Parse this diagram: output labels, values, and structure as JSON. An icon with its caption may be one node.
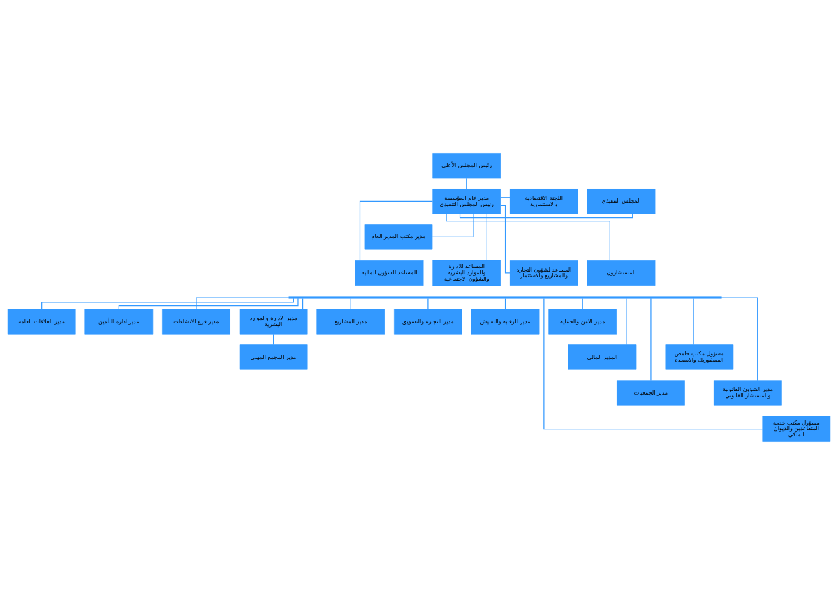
{
  "diagram": {
    "nodes": [
      {
        "text": [
          "رئيس المجلس الأعلى"
        ]
      },
      {
        "text": [
          "مدير عام المؤسسة",
          "رئيس المجلس التنفيذي"
        ]
      },
      {
        "text": [
          "المجلس التنفيذي"
        ]
      },
      {
        "text": [
          "اللجنة الاقتصادية والاستثمارية"
        ]
      },
      {
        "text": [
          "مدير مكتب المدير العام"
        ]
      },
      {
        "text": [
          "المساعد للشؤون المالية"
        ]
      },
      {
        "text": [
          "المساعد للادارة والموارد البشرية والشؤون الاجتماعية"
        ]
      },
      {
        "text": [
          "المساعد لشؤون التجارة والمشاريع والاستثمار"
        ]
      },
      {
        "text": [
          "المستشارون"
        ]
      },
      {
        "text": [],
        "shape": "bar"
      },
      {
        "text": [
          "مدير العلاقات العامة"
        ]
      },
      {
        "text": [
          "مدير ادارة التأمين"
        ]
      },
      {
        "text": [
          "مدير فرع الانشاءات"
        ]
      },
      {
        "text": [
          "مدير الادارة والموارد البشرية"
        ]
      },
      {
        "text": [
          "مدير المشاريع"
        ]
      },
      {
        "text": [
          "مدير التجارة والتسويق"
        ]
      },
      {
        "text": [
          "مدير الرقابة والتفتيش"
        ]
      },
      {
        "text": [
          "مدير الامن والحماية"
        ]
      },
      {
        "text": [
          "مدير المجمع المهني"
        ]
      },
      {
        "text": [
          "المدير المالي"
        ]
      },
      {
        "text": [
          "مدير الجمعيات"
        ]
      },
      {
        "text": [
          "مسؤول مكتب حامض الفسفوريك والاسمدة"
        ]
      },
      {
        "text": [
          "مدير الشؤون القانونية والمستشار القانوني"
        ]
      },
      {
        "text": [
          "مسؤول مكتب خدمة المتقاعدين والديوان الملكي"
        ]
      }
    ],
    "edges": [
      {
        "from": 0,
        "to": 1,
        "arrow": "none"
      },
      {
        "from": 1,
        "to": 2,
        "arrow": "none"
      },
      {
        "from": 1,
        "to": 3,
        "arrow": "none"
      },
      {
        "from": 1,
        "to": 4,
        "arrow": "none"
      },
      {
        "from": 1,
        "to": 5,
        "arrow": "none"
      },
      {
        "from": 1,
        "to": 6,
        "arrow": "none"
      },
      {
        "from": 1,
        "to": 7,
        "arrow": "none"
      },
      {
        "from": 1,
        "to": 8,
        "arrow": "none"
      },
      {
        "from": 9,
        "to": 10,
        "arrow": "none"
      },
      {
        "from": 9,
        "to": 11,
        "arrow": "none"
      },
      {
        "from": 9,
        "to": 12,
        "arrow": "none"
      },
      {
        "from": 9,
        "to": 13,
        "arrow": "none"
      },
      {
        "from": 9,
        "to": 14,
        "arrow": "none"
      },
      {
        "from": 9,
        "to": 15,
        "arrow": "none"
      },
      {
        "from": 9,
        "to": 16,
        "arrow": "none"
      },
      {
        "from": 9,
        "to": 17,
        "arrow": "none"
      },
      {
        "from": 13,
        "to": 18,
        "arrow": "none"
      },
      {
        "from": 9,
        "to": 19,
        "arrow": "none"
      },
      {
        "from": 9,
        "to": 20,
        "arrow": "none"
      },
      {
        "from": 9,
        "to": 21,
        "arrow": "none"
      },
      {
        "from": 9,
        "to": 22,
        "arrow": "none"
      },
      {
        "from": 9,
        "to": 23,
        "arrow": "none"
      }
    ]
  }
}
